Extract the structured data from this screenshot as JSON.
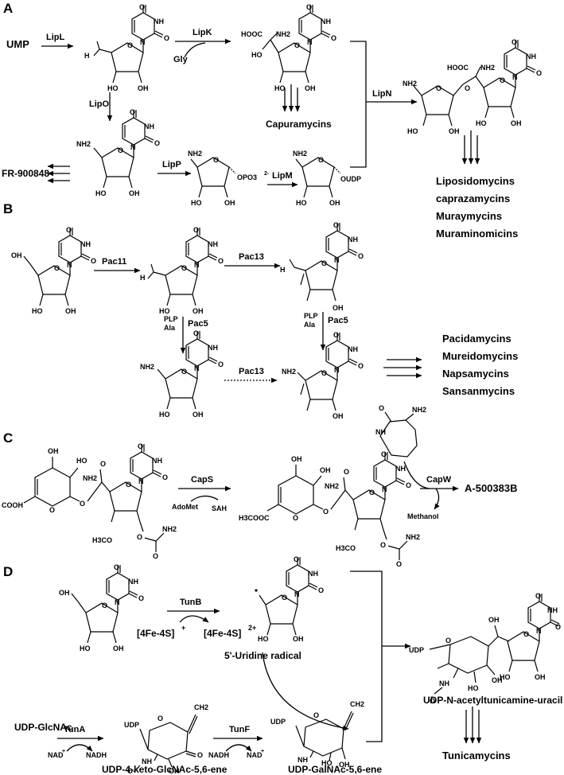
{
  "panels": [
    "A",
    "B",
    "C",
    "D"
  ],
  "panel_a": {
    "start": "UMP",
    "enzymes": [
      "LipL",
      "LipK",
      "LipO",
      "LipP",
      "LipM",
      "LipN"
    ],
    "cosubstrate": "Gly",
    "side_product": "Capuramycins",
    "shunt": "FR-900848",
    "phosphate": "OPO3",
    "phosphate_charge": "2-",
    "udp_label": "OUDP",
    "products": [
      "Liposidomycins",
      "caprazamycins",
      "Muraymycins",
      "Muraminomicins"
    ]
  },
  "panel_b": {
    "enzymes": [
      "Pac11",
      "Pac13",
      "Pac5",
      "Pac5",
      "Pac13"
    ],
    "cofactors": [
      "PLP",
      "Ala"
    ],
    "products": [
      "Pacidamycins",
      "Mureidomycins",
      "Napsamycins",
      "Sansanmycins"
    ]
  },
  "panel_c": {
    "enzymes": [
      "CapS",
      "CapW"
    ],
    "cosubstrate": "AdoMet",
    "byproduct_1": "SAH",
    "byproduct_2": "Methanol",
    "product": "A-500383B"
  },
  "panel_d": {
    "enzymes": [
      "TunB",
      "TunA",
      "TunF"
    ],
    "cluster_ox": "[4Fe-4S]",
    "cluster_ox_charge": "+",
    "cluster_red": "[4Fe-4S]",
    "cluster_red_charge": "2+",
    "radical": "5'-Uridine radical",
    "start_2": "UDP-GlcNAc",
    "cof_1": "NAD",
    "cof_1_charge": "+",
    "cof_2": "NADH",
    "cof_3": "NADH",
    "cof_4": "NAD",
    "cof_4_charge": "+",
    "int_1": "UDP-4-keto-GlcNAc-5,6-ene",
    "int_2": "UDP-GalNAc-5,6-ene",
    "int_3": "UDP-N-acetyltunicamine-uracil",
    "product": "Tunicamycins"
  },
  "atoms": {
    "O": "O",
    "N": "N",
    "NH": "NH",
    "NH2": "NH2",
    "OH": "OH",
    "HO": "HO",
    "H": "H",
    "COOH": "COOH",
    "HOOC": "HOOC",
    "H3CO": "H3CO",
    "H3COOC": "H3COOC",
    "OUDP": "OUDP",
    "UDP": "UDP",
    "CH2": "CH2"
  }
}
